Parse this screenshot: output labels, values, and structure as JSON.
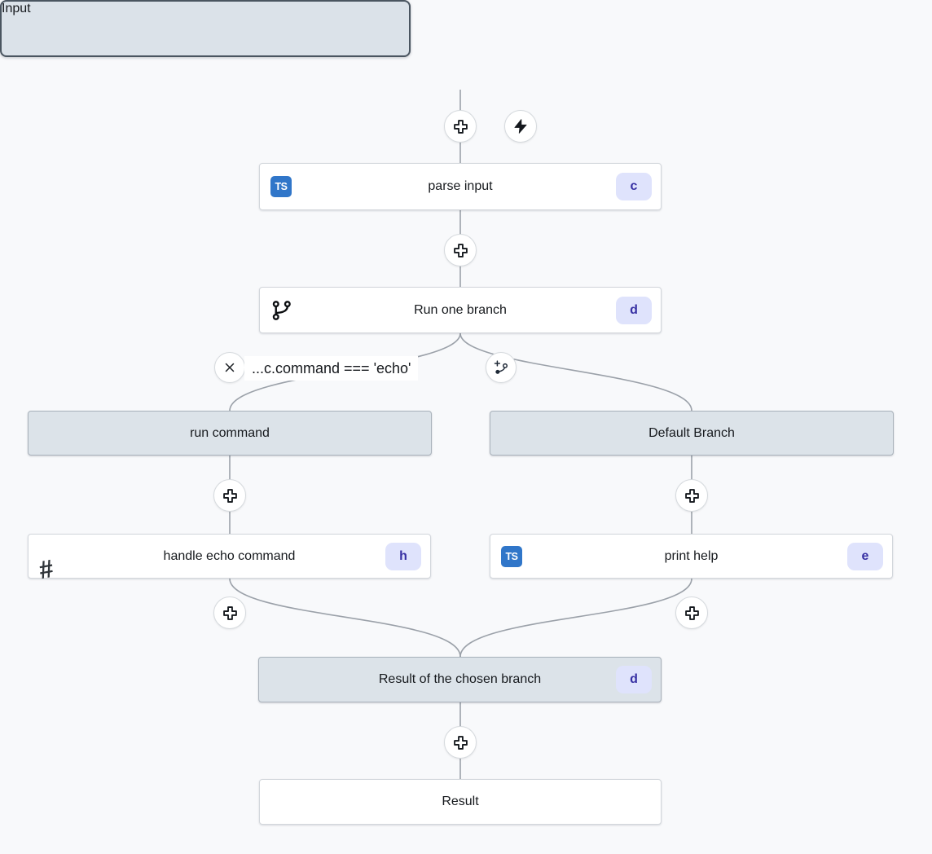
{
  "app": {
    "name": "workflow-editor"
  },
  "colors": {
    "background": "#f8f9fb",
    "edge": "#9ba1a9",
    "node_fill": "#ffffff",
    "header_fill": "#dce3e9",
    "selected_border": "#4a5560",
    "badge_bg": "#dfe3fc",
    "badge_text": "#3730a3",
    "typescript_blue": "#3076c9"
  },
  "icons": {
    "ts_label": "TS",
    "hash_glyph": "#"
  },
  "nodes": {
    "input": {
      "label": "Input"
    },
    "parse_input": {
      "label": "parse input",
      "badge": "c",
      "icon": "typescript-icon"
    },
    "run_one_branch": {
      "label": "Run one branch",
      "badge": "d",
      "icon": "git-branch-icon"
    },
    "branch_condition": {
      "label": "...c.command === 'echo'"
    },
    "run_command": {
      "label": "run command"
    },
    "default_branch": {
      "label": "Default Branch"
    },
    "handle_echo_command": {
      "label": "handle echo command",
      "badge": "h",
      "icon": "hash-icon"
    },
    "print_help": {
      "label": "print help",
      "badge": "e",
      "icon": "typescript-icon"
    },
    "result_of_chosen_branch": {
      "label": "Result of the chosen branch",
      "badge": "d"
    },
    "result": {
      "label": "Result"
    }
  }
}
